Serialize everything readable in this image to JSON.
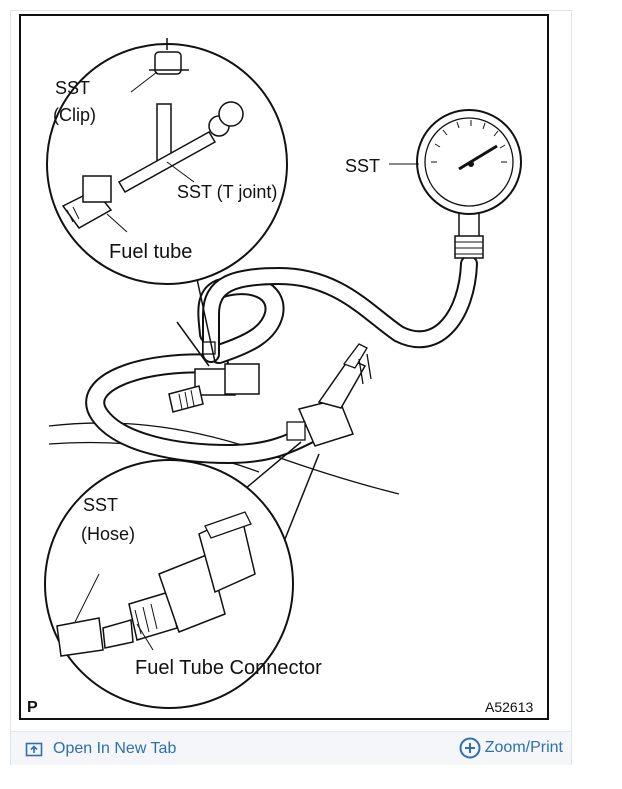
{
  "diagram": {
    "labels": {
      "sst_clip_line1": "SST",
      "sst_clip_line2": "(Clip)",
      "sst_t_joint": "SST (T joint)",
      "fuel_tube": "Fuel tube",
      "sst_gauge": "SST",
      "sst_hose_line1": "SST",
      "sst_hose_line2": "(Hose)",
      "fuel_tube_connector": "Fuel Tube Connector",
      "corner_code": "P",
      "figure_id": "A52613"
    }
  },
  "footer": {
    "open_label": "Open In New Tab",
    "zoom_label": "Zoom/Print",
    "link_color": "#2d6fb0"
  }
}
